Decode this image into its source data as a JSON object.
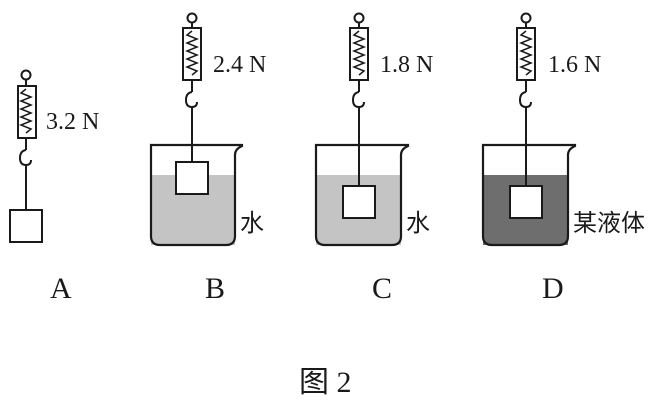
{
  "figure": {
    "caption": "图 2",
    "panels": [
      {
        "id": "A",
        "letter": "A",
        "reading": "3.2 N",
        "liquid": ""
      },
      {
        "id": "B",
        "letter": "B",
        "reading": "2.4 N",
        "liquid": "水"
      },
      {
        "id": "C",
        "letter": "C",
        "reading": "1.8 N",
        "liquid": "水"
      },
      {
        "id": "D",
        "letter": "D",
        "reading": "1.6 N",
        "liquid": "某液体"
      }
    ],
    "colors": {
      "ink": "#1a1a1a",
      "water": "#c4c4c4",
      "other_liquid": "#6e6e6e",
      "block_fill": "#ffffff"
    }
  }
}
